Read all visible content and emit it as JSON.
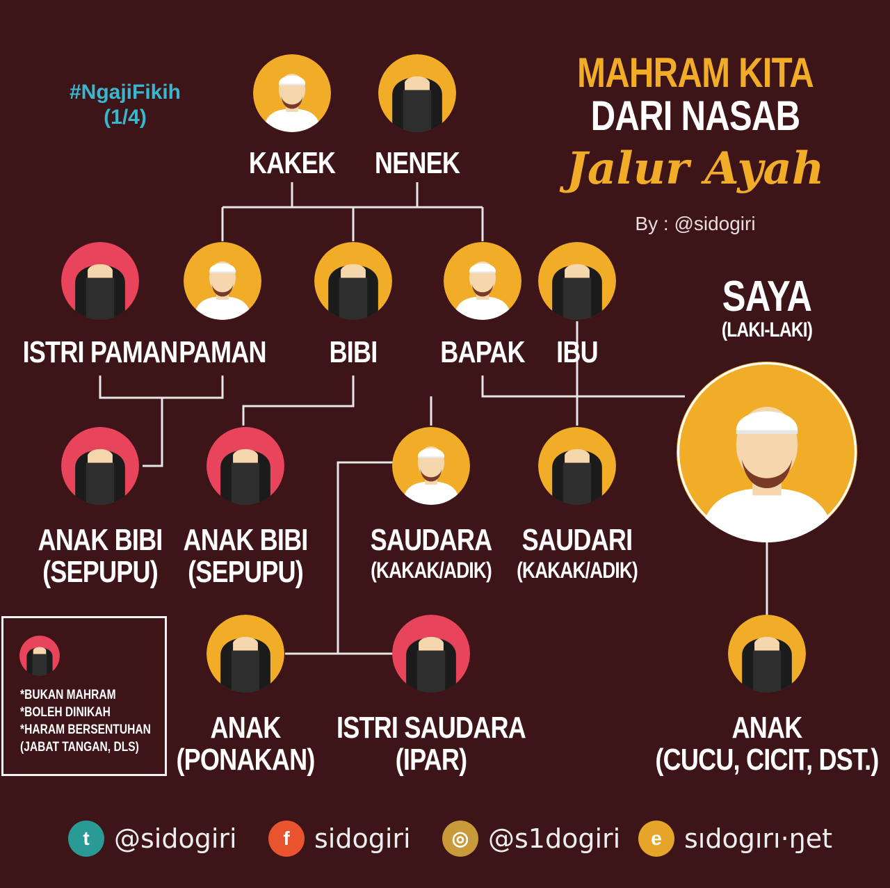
{
  "header": {
    "hashtag": "#NgajiFikih",
    "part": "(1/4)",
    "title_line1": "MAHRAM KITA",
    "title_line2": "DARI NASAB",
    "title_line3": "Jalur Ayah",
    "byline": "By : @sidogiri"
  },
  "colors": {
    "background": "#3d1417",
    "mahram_circle": "#f2ad28",
    "non_mahram_circle": "#e8445c",
    "line": "#e6e6e6"
  },
  "nodes": {
    "kakek": {
      "l1": "KAKEK",
      "type": "male",
      "mahram": true
    },
    "nenek": {
      "l1": "NENEK",
      "type": "female",
      "mahram": true
    },
    "istri_paman": {
      "l1": "ISTRI PAMAN",
      "type": "female",
      "mahram": false
    },
    "paman": {
      "l1": "PAMAN",
      "type": "male",
      "mahram": true
    },
    "bibi": {
      "l1": "BIBI",
      "type": "female",
      "mahram": true
    },
    "bapak": {
      "l1": "BAPAK",
      "type": "male",
      "mahram": true
    },
    "ibu": {
      "l1": "IBU",
      "type": "female",
      "mahram": true
    },
    "saya": {
      "l1": "SAYA",
      "l2": "(LAKI-LAKI)",
      "type": "male",
      "mahram": true
    },
    "sepupu_1": {
      "l1": "ANAK BIBI",
      "l2": "(SEPUPU)",
      "type": "female",
      "mahram": false
    },
    "sepupu_2": {
      "l1": "ANAK BIBI",
      "l2": "(SEPUPU)",
      "type": "female",
      "mahram": false
    },
    "saudara": {
      "l1": "SAUDARA",
      "l2": "(KAKAK/ADIK)",
      "type": "male",
      "mahram": true
    },
    "saudari": {
      "l1": "SAUDARI",
      "l2": "(KAKAK/ADIK)",
      "type": "female",
      "mahram": true
    },
    "ponakan": {
      "l1": "ANAK",
      "l2": "(PONAKAN)",
      "type": "female",
      "mahram": true
    },
    "ipar": {
      "l1": "ISTRI SAUDARA",
      "l2": "(IPAR)",
      "type": "female",
      "mahram": false
    },
    "anak": {
      "l1": "ANAK",
      "l2": "(CUCU, CICIT, DST.)",
      "type": "female",
      "mahram": true
    }
  },
  "legend": {
    "notes": [
      "*BUKAN MAHRAM",
      "*BOLEH DINIKAH",
      "*HARAM BERSENTUHAN",
      "(JABAT TANGAN, DLS)"
    ]
  },
  "footer": {
    "items": [
      {
        "icon": "twitter-icon",
        "glyph": "t",
        "color": "#2a9a95",
        "text": "@sidogiri"
      },
      {
        "icon": "facebook-icon",
        "glyph": "f",
        "color": "#e8542e",
        "text": "sidogiri"
      },
      {
        "icon": "instagram-icon",
        "glyph": "◎",
        "color": "#c99a3a",
        "text": "@s1dogiri"
      },
      {
        "icon": "website-icon",
        "glyph": "e",
        "color": "#e4a52a",
        "text": "sıdogırı·ŋet"
      }
    ]
  }
}
